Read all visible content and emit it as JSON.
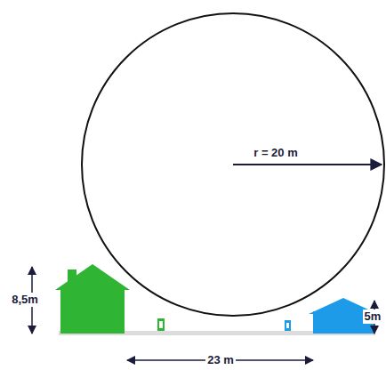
{
  "diagram": {
    "labels": [
      "r = 20 m",
      "8,5m",
      "5m",
      "23 m"
    ]
  }
}
